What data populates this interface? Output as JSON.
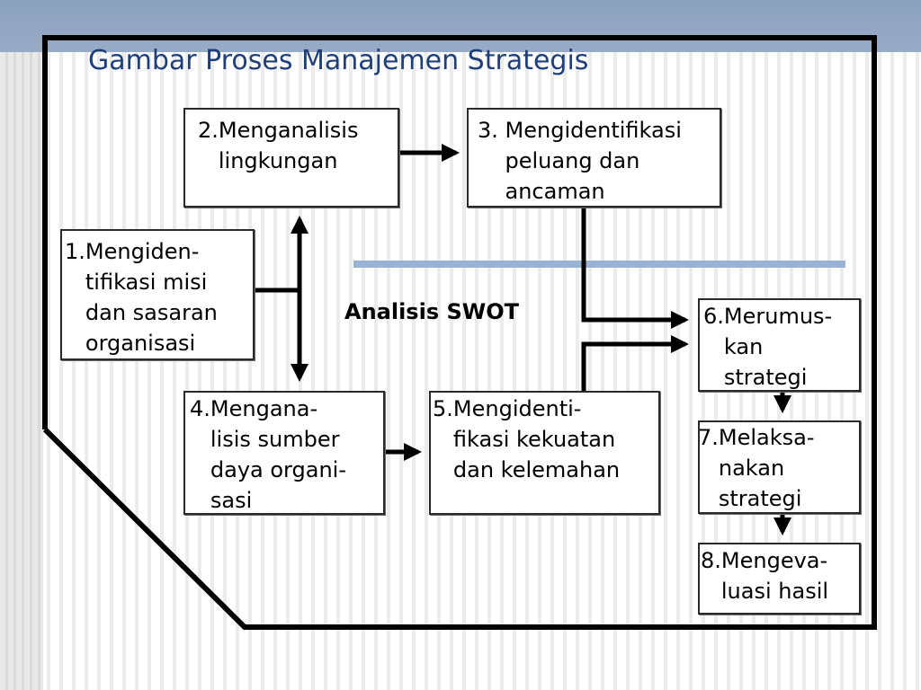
{
  "title": "Gambar Proses Manajemen Strategis",
  "swot_label": "Analisis SWOT",
  "boxes": {
    "b1": "1.Mengiden-\n   tifikasi misi\n   dan sasaran\n   organisasi",
    "b2": "2.Menganalisis\n   lingkungan",
    "b3": "3. Mengidentifikasi\n    peluang dan\n    ancaman",
    "b4": "4.Mengana-\n   lisis sumber\n   daya organi-\n   sasi",
    "b5": "5.Mengidenti-\n   fikasi kekuatan\n   dan kelemahan",
    "b6": "6.Merumus-\n   kan\n   strategi",
    "b7": "7.Melaksa-\n   nakan\n   strategi",
    "b8": "8.Mengeva-\n   luasi hasil"
  },
  "colors": {
    "title": "#1f3f7a",
    "header_bar": "#8ba1bf",
    "divider": "#9bb3d3",
    "lines": "#000000"
  }
}
